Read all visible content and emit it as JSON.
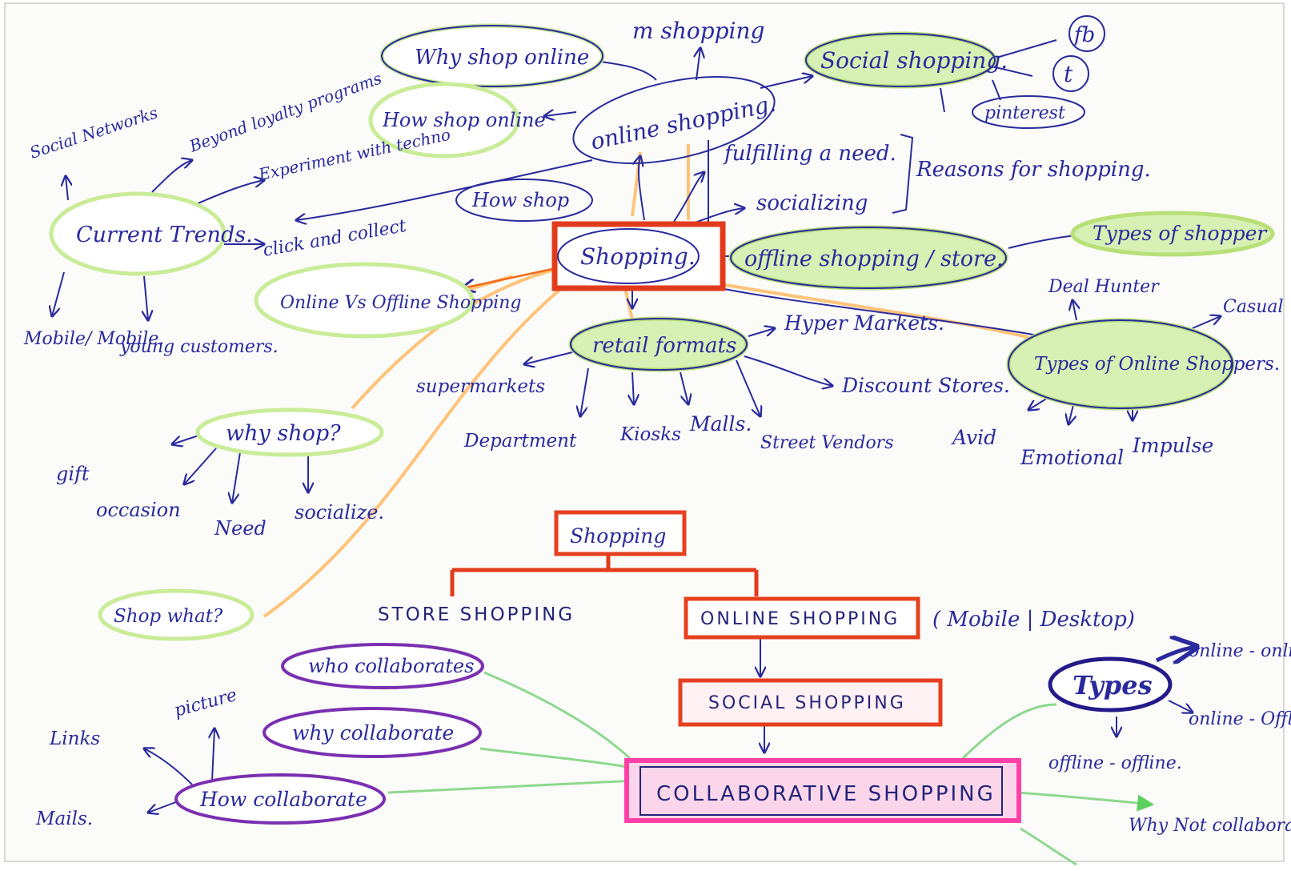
{
  "colors": {
    "ink": "#2a2a9e",
    "highlight_green": "#c9ec98",
    "highlight_orange": "#ffbd6a",
    "red_box": "#e23b1c",
    "pink_box": "#ff3fa6",
    "purple_oval": "#7a2fb0"
  },
  "top_map": {
    "center": "Shopping.",
    "online_shopping": "online shopping.",
    "m_shopping": "m shopping",
    "why_shop_online": "Why shop online",
    "how_shop_online": "How shop online",
    "how_shop": "How shop",
    "social_shopping": "Social shopping.",
    "fb": "fb",
    "twitter": "t",
    "pinterest": "pinterest",
    "reason_1": "fulfilling a need.",
    "reason_2": "socializing",
    "reasons_label": "Reasons for shopping.",
    "offline_shopping": "offline shopping / store.",
    "types_of_shopper": "Types of shopper",
    "deal_hunter": "Deal Hunter",
    "casual": "Casual",
    "types_online_shoppers": "Types of Online Shoppers.",
    "avid": "Avid",
    "emotional": "Emotional",
    "impulse": "Impulse",
    "current_trends": "Current Trends.",
    "social_networks": "Social Networks",
    "beyond_loyalty": "Beyond loyalty programs",
    "experiment_techno": "Experiment with techno",
    "click_collect": "click and collect",
    "mobile": "Mobile/ Mobile.",
    "young_customers": "young customers.",
    "online_vs_offline": "Online Vs Offline Shopping",
    "retail_formats": "retail formats",
    "hypermarkets": "Hyper Markets.",
    "discount_stores": "Discount Stores.",
    "supermarkets": "supermarkets",
    "department": "Department",
    "kiosks": "Kiosks",
    "malls": "Malls.",
    "street_vendors": "Street Vendors",
    "why_shop": "why shop?",
    "gift": "gift",
    "occasion": "occasion",
    "need": "Need",
    "socialize": "socialize.",
    "shop_what": "Shop what?"
  },
  "bottom_map": {
    "shopping": "Shopping",
    "store_shopping": "STORE SHOPPING",
    "online_shopping": "ONLINE SHOPPING",
    "devices": "( Mobile | Desktop)",
    "social_shopping": "SOCIAL SHOPPING",
    "collaborative_shopping": "COLLABORATIVE SHOPPING",
    "who_collaborates": "who collaborates",
    "why_collaborate": "why collaborate",
    "how_collaborate": "How collaborate",
    "links": "Links",
    "picture": "picture",
    "mails": "Mails.",
    "types": "Types",
    "online_online": "online - online",
    "online_offline": "online - Offline",
    "offline_offline": "offline - offline.",
    "why_not_collaborate": "Why Not collaborate"
  }
}
